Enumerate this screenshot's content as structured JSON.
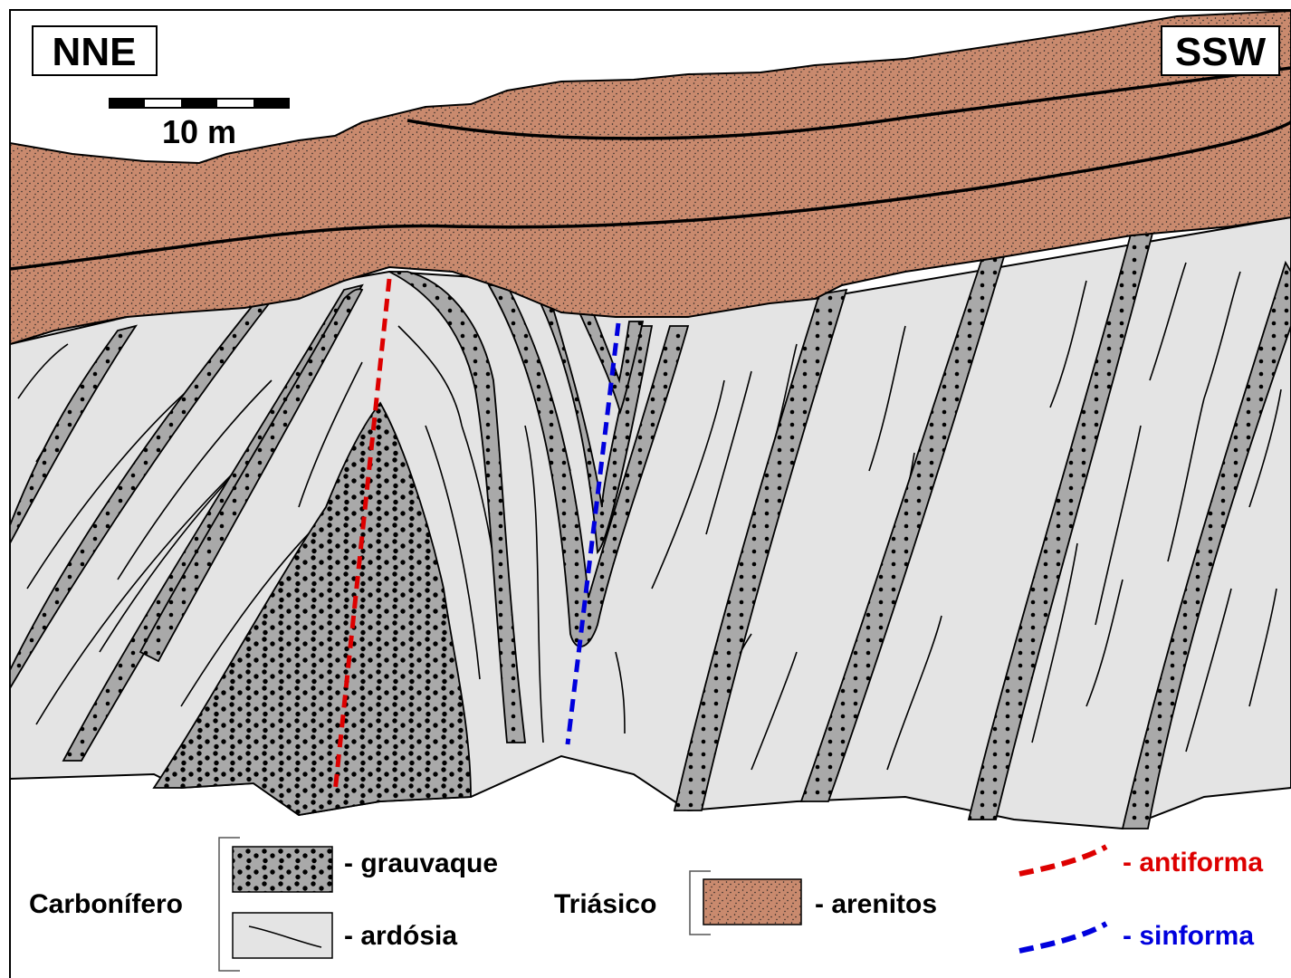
{
  "orientation": {
    "left": "NNE",
    "right": "SSW"
  },
  "scale_bar": {
    "label": "10 m"
  },
  "legend": {
    "carboniferous": {
      "group_label": "Carbonífero",
      "items": [
        {
          "label": "- grauvaque"
        },
        {
          "label": "- ardósia"
        }
      ]
    },
    "triassic": {
      "group_label": "Triásico",
      "items": [
        {
          "label": "- arenitos"
        }
      ]
    },
    "structures": [
      {
        "label": "- antiforma",
        "color": "#dd0000"
      },
      {
        "label": "- sinforma",
        "color": "#0000dd"
      }
    ]
  },
  "colors": {
    "sandstone": "#c98a6e",
    "slate": "#e4e4e4",
    "greywacke": "#a9a9a9",
    "antiform": "#dd0000",
    "synform": "#0000dd"
  }
}
